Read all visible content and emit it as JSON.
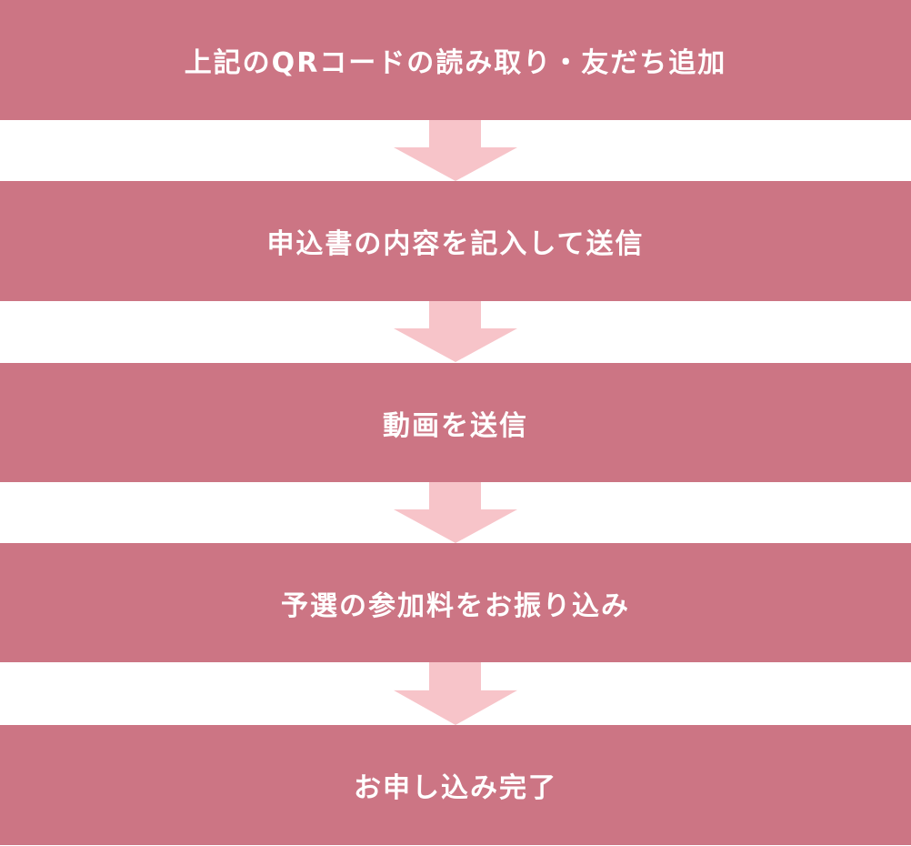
{
  "colors": {
    "step": "#cc7584",
    "arrow": "#f7c4c9",
    "text": "#ffffff"
  },
  "steps": [
    {
      "label": "上記のQRコードの読み取り・友だち追加"
    },
    {
      "label": "申込書の内容を記入して送信"
    },
    {
      "label": "動画を送信"
    },
    {
      "label": "予選の参加料をお振り込み"
    },
    {
      "label": "お申し込み完了"
    }
  ]
}
